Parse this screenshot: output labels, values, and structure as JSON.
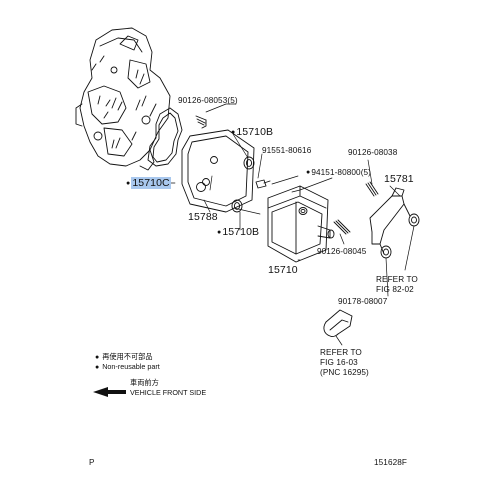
{
  "part_numbers": {
    "p1": "90126-08053(5)",
    "p2": "15710B",
    "p3": "91551-80616",
    "p4": "90126-08038",
    "p5": "15710C",
    "p6": "94151-80800(5)",
    "p7": "15781",
    "p8": "15788",
    "p9": "15710B",
    "p10": "90126-08045",
    "p11": "15710",
    "p12": "90178-08007"
  },
  "refer_labels": [
    {
      "line1": "REFER TO",
      "line2": "FIG 82-02"
    },
    {
      "line1": "REFER TO",
      "line2": "FIG 16-03",
      "line3": "(PNC 16295)"
    }
  ],
  "legend": {
    "non_reusable_jp": "再使用不可部品",
    "non_reusable_en": "Non-reusable part",
    "front_jp": "車両前方",
    "front_en": "VEHICLE FRONT SIDE"
  },
  "footer": {
    "left": "P",
    "right": "151628F"
  },
  "colors": {
    "highlight": "#a9c8ee",
    "line": "#111111"
  }
}
